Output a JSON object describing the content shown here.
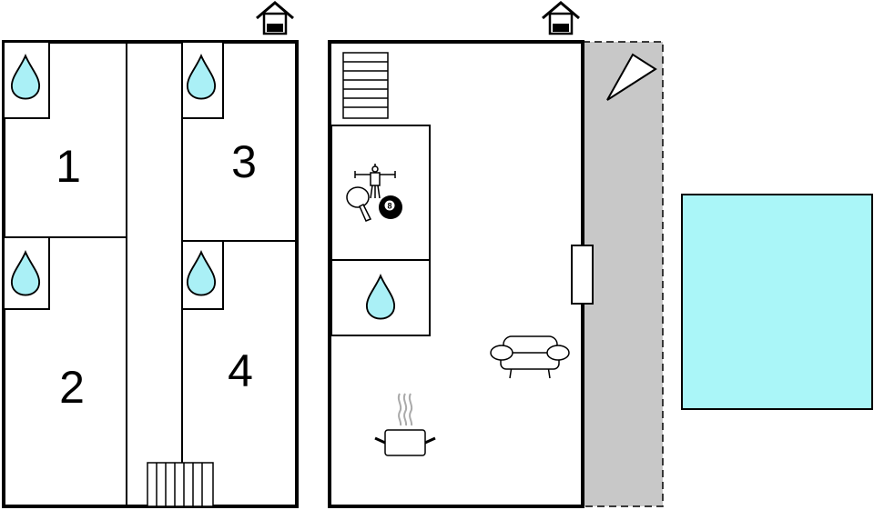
{
  "rooms": [
    {
      "number": "1"
    },
    {
      "number": "2"
    },
    {
      "number": "3"
    },
    {
      "number": "4"
    }
  ],
  "billiard_ball": "8",
  "colors": {
    "water": "#aaf0f6",
    "pool": "#aaf6f8",
    "terrace": "#c8c8c8",
    "walls": "#000000"
  },
  "icons": [
    "house-icon",
    "water-drop-icon",
    "stairs-icon",
    "sun-lounger-icon",
    "table-football-icon",
    "table-tennis-icon",
    "billiard-ball-icon",
    "sofa-icon",
    "cooking-pot-icon",
    "swimming-pool"
  ]
}
